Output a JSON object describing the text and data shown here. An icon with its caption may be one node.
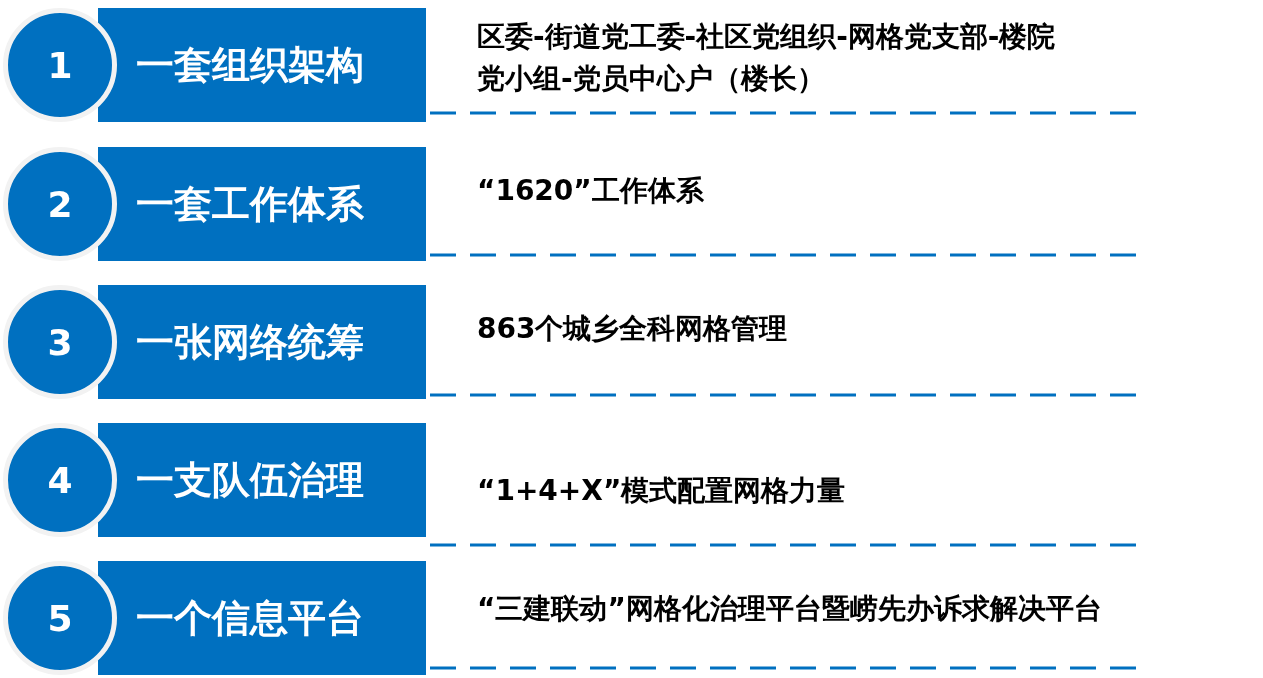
{
  "diagram": {
    "nodes": [
      {
        "text": [
          "1"
        ]
      },
      {
        "text": [
          "一套组织架构"
        ]
      },
      {
        "text": [
          "2"
        ]
      },
      {
        "text": [
          "一套工作体系"
        ]
      },
      {
        "text": [
          "3"
        ]
      },
      {
        "text": [
          "一张网络统筹"
        ]
      },
      {
        "text": [
          "4"
        ]
      },
      {
        "text": [
          "一支队伍治理"
        ]
      },
      {
        "text": [
          "5"
        ]
      },
      {
        "text": [
          "一个信息平台"
        ]
      }
    ],
    "labels": [
      "区委-街道党工委-社区党组织-网格党支部-楼院党小组-党员中心户（楼长）",
      "“1620”工作体系",
      "863个城乡全科网格管理",
      "“1+4+X”模式配置网格力量",
      "“三建联动”网格化治理平台暨崂先办诉求解决平台"
    ]
  }
}
